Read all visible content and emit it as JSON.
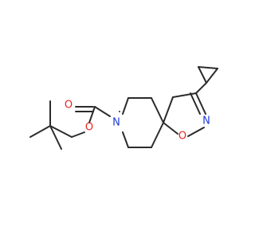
{
  "molecule": {
    "atom_labels": {
      "carbonyl_oxygen": "O",
      "ester_oxygen": "O",
      "ring_nitrogen": "N",
      "ring_oxygen": "O",
      "imine_nitrogen": "N"
    },
    "colors": {
      "bond": "#2b2b2b",
      "oxygen": "#e8251f",
      "nitrogen": "#1f3bd6",
      "background": "#ffffff"
    }
  }
}
